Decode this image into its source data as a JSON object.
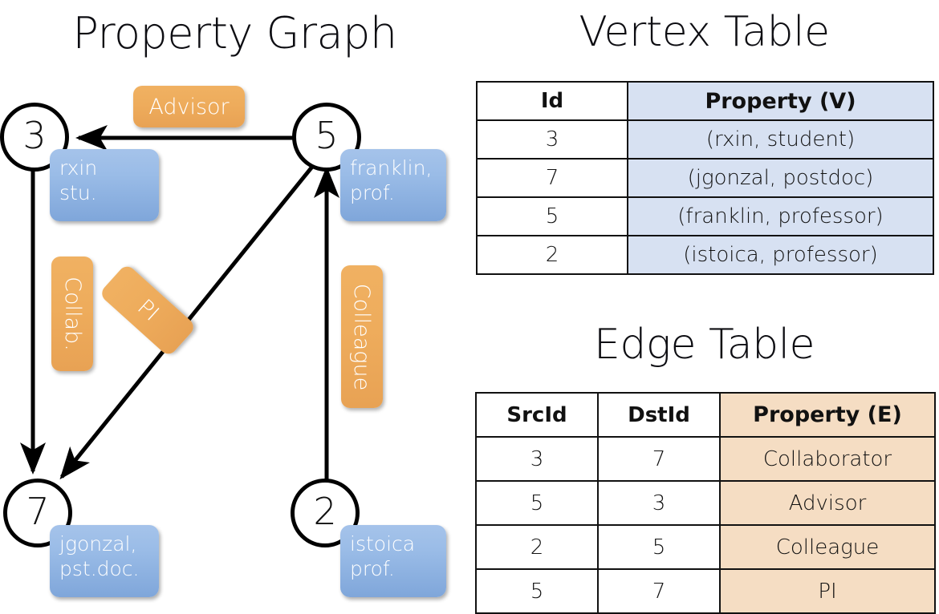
{
  "titles": {
    "property_graph": "Property Graph",
    "vertex_table": "Vertex Table",
    "edge_table": "Edge Table"
  },
  "colors": {
    "vertex_property_fill": "#d7e1f2",
    "edge_property_fill": "#f5ddc3",
    "node_box_blue": "#9abce7",
    "edge_label_orange": "#eeac5c",
    "stroke": "#111111"
  },
  "graph": {
    "nodes": [
      {
        "id": "3",
        "label": "3",
        "property_lines": [
          "rxin",
          "stu."
        ]
      },
      {
        "id": "5",
        "label": "5",
        "property_lines": [
          "franklin,",
          "prof."
        ]
      },
      {
        "id": "7",
        "label": "7",
        "property_lines": [
          "jgonzal,",
          "pst.doc."
        ]
      },
      {
        "id": "2",
        "label": "2",
        "property_lines": [
          "istoica",
          "prof."
        ]
      }
    ],
    "edge_labels": [
      {
        "name": "advisor",
        "text": "Advisor",
        "orientation": "horizontal"
      },
      {
        "name": "collab",
        "text": "Collab.",
        "orientation": "vertical"
      },
      {
        "name": "pi",
        "text": "PI",
        "orientation": "diagonal"
      },
      {
        "name": "colleague",
        "text": "Colleague",
        "orientation": "vertical"
      }
    ],
    "edges": [
      {
        "src": "5",
        "dst": "3",
        "label": "Advisor"
      },
      {
        "src": "3",
        "dst": "7",
        "label": "Collab."
      },
      {
        "src": "5",
        "dst": "7",
        "label": "PI"
      },
      {
        "src": "2",
        "dst": "5",
        "label": "Colleague"
      }
    ]
  },
  "vertex_table": {
    "headers": [
      "Id",
      "Property (V)"
    ],
    "rows": [
      {
        "id": "3",
        "property": "(rxin, student)"
      },
      {
        "id": "7",
        "property": "(jgonzal, postdoc)"
      },
      {
        "id": "5",
        "property": "(franklin, professor)"
      },
      {
        "id": "2",
        "property": "(istoica, professor)"
      }
    ]
  },
  "edge_table": {
    "headers": [
      "SrcId",
      "DstId",
      "Property (E)"
    ],
    "rows": [
      {
        "src": "3",
        "dst": "7",
        "property": "Collaborator"
      },
      {
        "src": "5",
        "dst": "3",
        "property": "Advisor"
      },
      {
        "src": "2",
        "dst": "5",
        "property": "Colleague"
      },
      {
        "src": "5",
        "dst": "7",
        "property": "PI"
      }
    ]
  }
}
